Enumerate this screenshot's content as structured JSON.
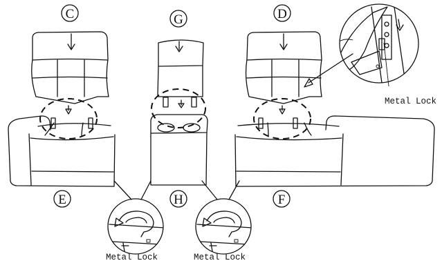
{
  "labels": {
    "c": "C",
    "d": "D",
    "e": "E",
    "f": "F",
    "g": "G",
    "h": "H"
  },
  "captions": {
    "metal_lock_right": "Metal Lock",
    "metal_lock_bottom_left": "Metal Lock",
    "metal_lock_bottom_right": "Metal Lock"
  }
}
